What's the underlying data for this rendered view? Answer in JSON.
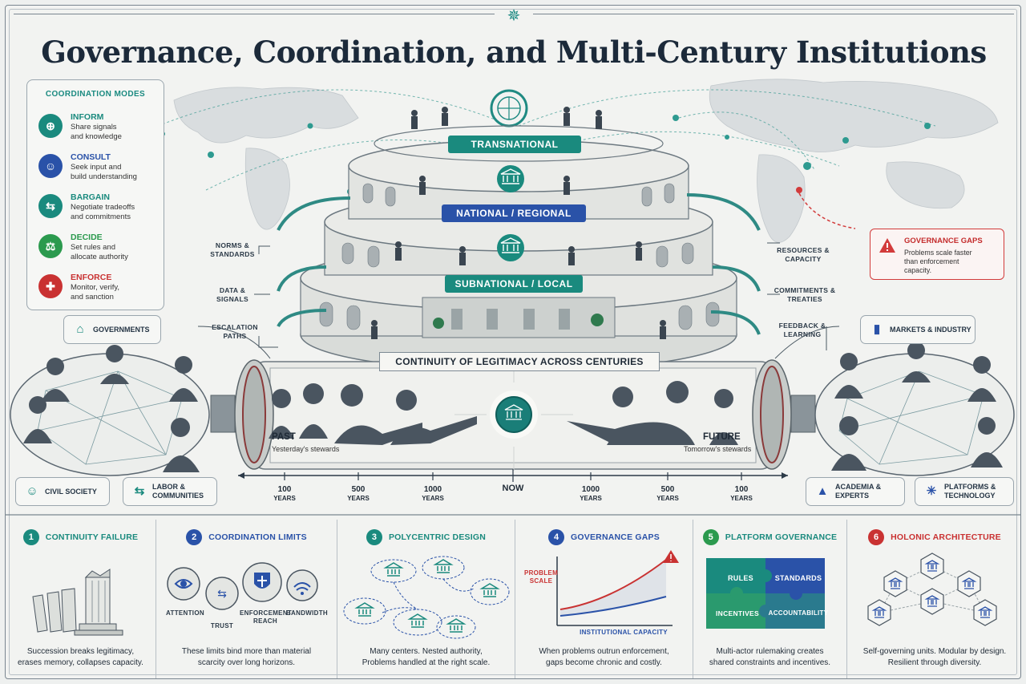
{
  "title": "Governance, Coordination, and Multi-Century Institutions",
  "coordination_modes": {
    "title": "COORDINATION MODES",
    "items": [
      {
        "name": "INFORM",
        "desc1": "Share signals",
        "desc2": "and knowledge",
        "color": "#1a8a7e",
        "icon": "info-icon"
      },
      {
        "name": "CONSULT",
        "desc1": "Seek input and",
        "desc2": "build understanding",
        "color": "#2a52a8",
        "icon": "people-icon"
      },
      {
        "name": "BARGAIN",
        "desc1": "Negotiate tradeoffs",
        "desc2": "and commitments",
        "color": "#1a8a7e",
        "icon": "handshake-icon"
      },
      {
        "name": "DECIDE",
        "desc1": "Set rules and",
        "desc2": "allocate authority",
        "color": "#2b9a4e",
        "icon": "scales-icon"
      },
      {
        "name": "ENFORCE",
        "desc1": "Monitor, verify,",
        "desc2": "and sanction",
        "color": "#c93232",
        "icon": "shield-icon"
      }
    ]
  },
  "levels": {
    "transnational": "TRANSNATIONAL",
    "national": "NATIONAL / REGIONAL",
    "subnational": "SUBNATIONAL / LOCAL"
  },
  "flows_left": [
    {
      "line1": "NORMS &",
      "line2": "STANDARDS"
    },
    {
      "line1": "DATA &",
      "line2": "SIGNALS"
    },
    {
      "line1": "ESCALATION",
      "line2": "PATHS"
    }
  ],
  "flows_right": [
    {
      "line1": "RESOURCES &",
      "line2": "CAPACITY"
    },
    {
      "line1": "COMMITMENTS &",
      "line2": "TREATIES"
    },
    {
      "line1": "FEEDBACK &",
      "line2": "LEARNING"
    }
  ],
  "governance_gaps": {
    "title": "GOVERNANCE GAPS",
    "line1": "Problems scale faster",
    "line2": "than enforcement",
    "line3": "capacity."
  },
  "actors_left": {
    "governments": "GOVERNMENTS",
    "civil_society": "CIVIL SOCIETY",
    "labor_line1": "LABOR &",
    "labor_line2": "COMMUNITIES"
  },
  "actors_right": {
    "markets": "MARKETS & INDUSTRY",
    "academia_line1": "ACADEMIA &",
    "academia_line2": "EXPERTS",
    "platforms_line1": "PLATFORMS &",
    "platforms_line2": "TECHNOLOGY"
  },
  "continuity_banner": "CONTINUITY OF LEGITIMACY ACROSS CENTURIES",
  "past": {
    "label": "PAST",
    "sub": "Yesterday's stewards"
  },
  "future": {
    "label": "FUTURE",
    "sub": "Tomorrow's stewards"
  },
  "timeline": [
    {
      "num": "100",
      "unit": "YEARS"
    },
    {
      "num": "500",
      "unit": "YEARS"
    },
    {
      "num": "1000",
      "unit": "YEARS"
    },
    {
      "num": "NOW",
      "unit": ""
    },
    {
      "num": "1000",
      "unit": "YEARS"
    },
    {
      "num": "500",
      "unit": "YEARS"
    },
    {
      "num": "100",
      "unit": "YEARS"
    }
  ],
  "panels": [
    {
      "num": "1",
      "title": "CONTINUITY FAILURE",
      "color": "#1a8a7e",
      "desc1": "Succession breaks legitimacy,",
      "desc2": "erases memory, collapses capacity."
    },
    {
      "num": "2",
      "title": "COORDINATION LIMITS",
      "color": "#2a52a8",
      "desc1": "These limits bind more than material",
      "desc2": "scarcity over long horizons."
    },
    {
      "num": "3",
      "title": "POLYCENTRIC DESIGN",
      "color": "#1a8a7e",
      "desc1": "Many centers. Nested authority,",
      "desc2": "Problems handled at the right scale."
    },
    {
      "num": "4",
      "title": "GOVERNANCE GAPS",
      "color": "#2a52a8",
      "desc1": "When problems outrun enforcement,",
      "desc2": "gaps become chronic and costly."
    },
    {
      "num": "5",
      "title": "PLATFORM GOVERNANCE",
      "color": "#2b9a4e",
      "desc1": "Multi-actor rulemaking creates",
      "desc2": "shared constraints and incentives."
    },
    {
      "num": "6",
      "title": "HOLONIC ARCHITECTURE",
      "color": "#c93232",
      "desc1": "Self-governing units. Modular by design.",
      "desc2": "Resilient through diversity."
    }
  ],
  "coordination_limits": {
    "attention": "ATTENTION",
    "trust": "TRUST",
    "enforcement1": "ENFORCEMENT",
    "enforcement2": "REACH",
    "bandwidth": "BANDWIDTH"
  },
  "gap_chart": {
    "ylabel1": "PROBLEM",
    "ylabel2": "SCALE",
    "xlabel": "INSTITUTIONAL CAPACITY"
  },
  "puzzle": {
    "rules": "RULES",
    "standards": "STANDARDS",
    "incentives": "INCENTIVES",
    "accountability": "ACCOUNTABILITY"
  }
}
